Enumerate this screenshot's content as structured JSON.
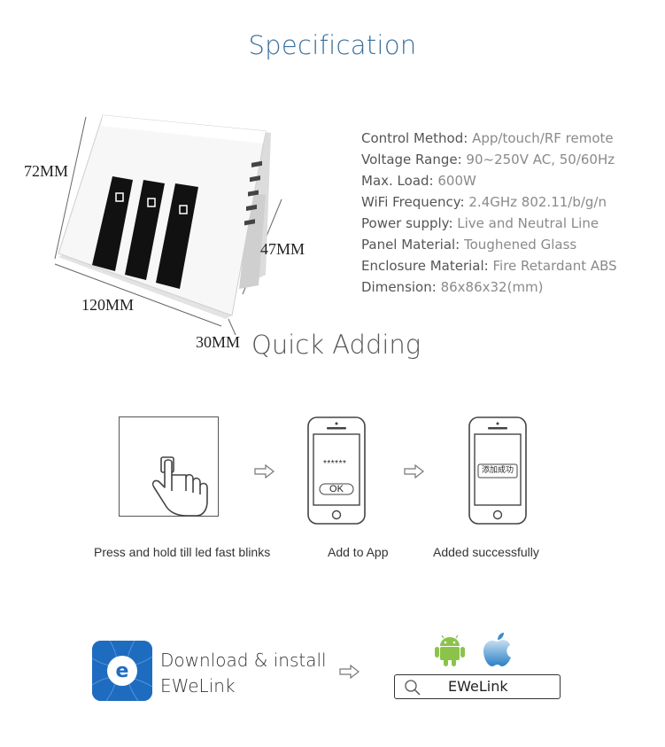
{
  "spec_title": "Specification",
  "quick_title": "Quick Adding",
  "dimensions": {
    "height": "72MM",
    "width": "120MM",
    "inner": "47MM",
    "depth": "30MM"
  },
  "specs": [
    {
      "key": "Control Method:",
      "value": "App/touch/RF remote"
    },
    {
      "key": "Voltage Range:",
      "value": "90~250V AC, 50/60Hz"
    },
    {
      "key": "Max. Load:",
      "value": "600W"
    },
    {
      "key": "WiFi Frequency:",
      "value": "2.4GHz 802.11/b/g/n"
    },
    {
      "key": "Power supply:",
      "value": "Live and Neutral Line"
    },
    {
      "key": "Panel Material:",
      "value": "Toughened Glass"
    },
    {
      "key": "Enclosure Material:",
      "value": "Fire Retardant ABS"
    },
    {
      "key": "Dimension:",
      "value": "86x86x32(mm)"
    }
  ],
  "steps": [
    {
      "label": "Press and hold till led fast blinks"
    },
    {
      "label": "Add to App",
      "password": "******",
      "button": "OK"
    },
    {
      "label": "Added successfully",
      "message": "添加成功"
    }
  ],
  "download": {
    "line1": "Download & install",
    "line2": "EWeLink",
    "search_value": "EWeLink",
    "icons": [
      "android-icon",
      "apple-icon",
      "search-icon",
      "ewelink-logo-icon"
    ]
  }
}
